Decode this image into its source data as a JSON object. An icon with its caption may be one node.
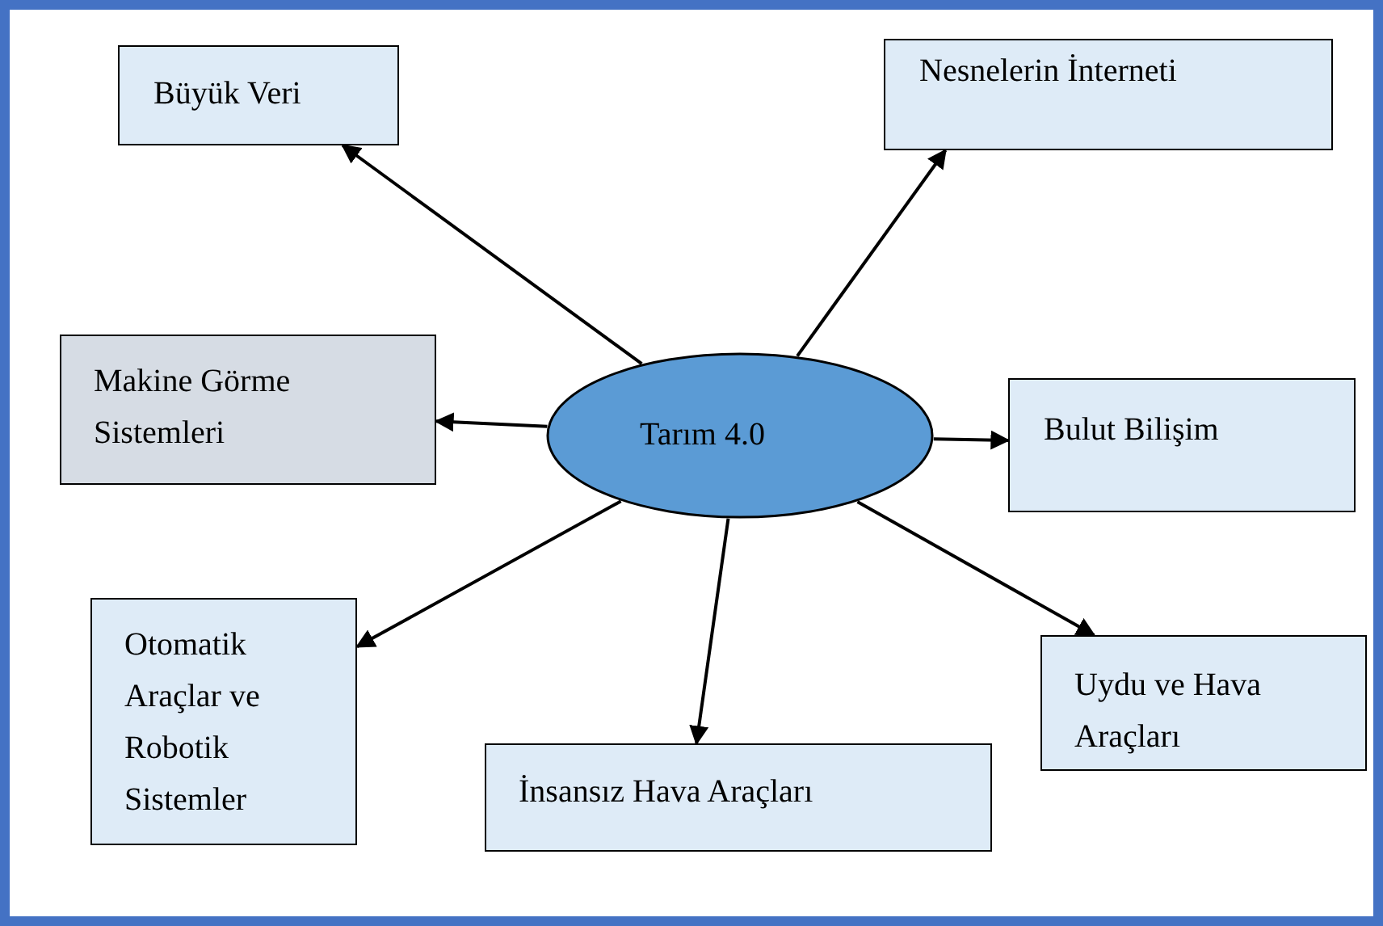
{
  "diagram": {
    "nodes": [
      {
        "text": [
          "Tarım 4.0"
        ]
      },
      {
        "text": [
          "Büyük Veri"
        ]
      },
      {
        "text": [
          "Nesnelerin İnterneti"
        ]
      },
      {
        "text": [
          "Makine Görme Sistemleri"
        ]
      },
      {
        "text": [
          "Bulut Bilişim"
        ]
      },
      {
        "text": [
          "Otomatik Araçlar ve Robotik Sistemler"
        ]
      },
      {
        "text": [
          "İnsansız Hava Araçları"
        ]
      },
      {
        "text": [
          "Uydu ve Hava Araçları"
        ]
      }
    ],
    "edges": [
      {
        "from": 0,
        "to": 1,
        "arrow": "to"
      },
      {
        "from": 0,
        "to": 2,
        "arrow": "to"
      },
      {
        "from": 0,
        "to": 3,
        "arrow": "to"
      },
      {
        "from": 0,
        "to": 4,
        "arrow": "to"
      },
      {
        "from": 0,
        "to": 5,
        "arrow": "to"
      },
      {
        "from": 0,
        "to": 6,
        "arrow": "to"
      },
      {
        "from": 0,
        "to": 7,
        "arrow": "to"
      }
    ]
  }
}
